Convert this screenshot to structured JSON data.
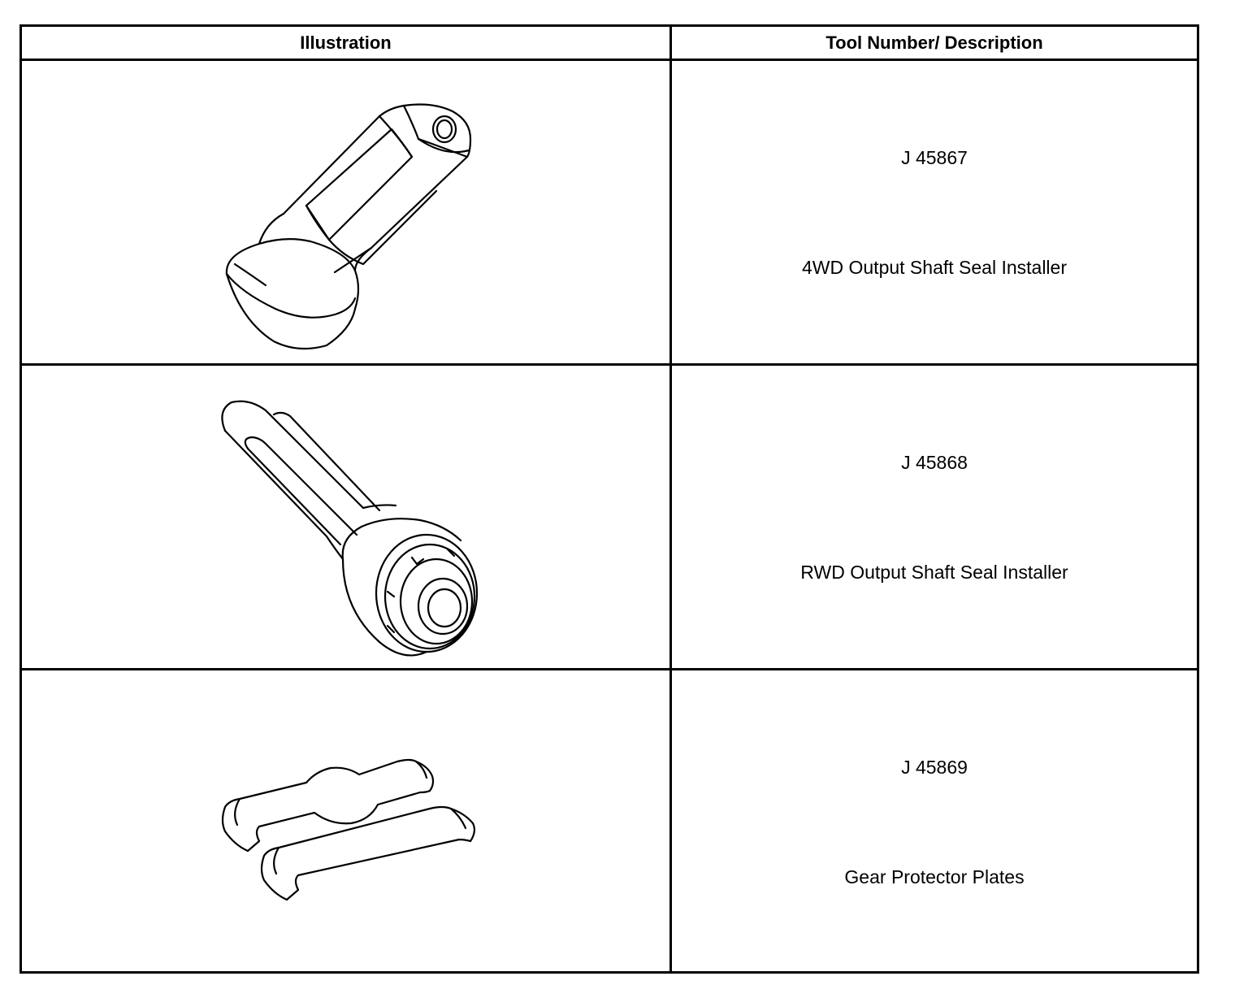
{
  "table": {
    "headers": {
      "illustration": "Illustration",
      "tool": "Tool Number/ Description"
    },
    "rows": [
      {
        "tool_number": "J 45867",
        "description": "4WD Output Shaft Seal Installer",
        "illustration_icon": "seal-installer-4wd-icon"
      },
      {
        "tool_number": "J 45868",
        "description": "RWD Output Shaft Seal Installer",
        "illustration_icon": "seal-installer-rwd-icon"
      },
      {
        "tool_number": "J 45869",
        "description": "Gear Protector Plates",
        "illustration_icon": "gear-protector-plates-icon"
      }
    ]
  }
}
